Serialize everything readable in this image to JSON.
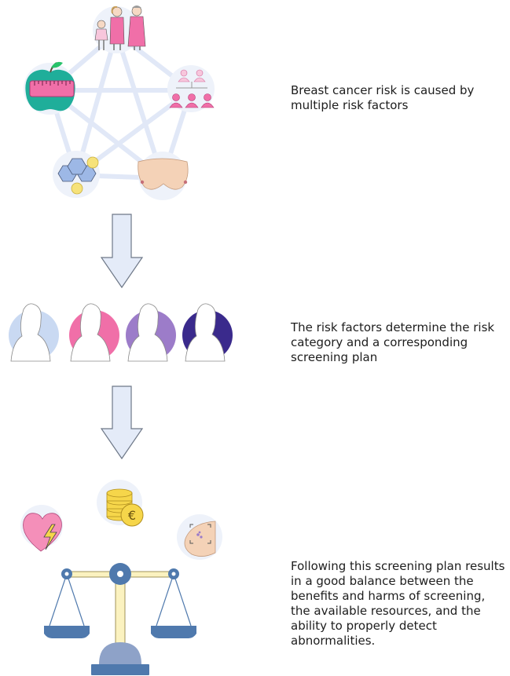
{
  "steps": [
    {
      "caption": "Breast cancer risk is caused by multiple risk factors"
    },
    {
      "caption": "The risk factors determine the risk category and a corresponding screening plan"
    },
    {
      "caption": "Following this screening plan results in a good balance between the benefits and harms of screening, the available resources, and the ability to properly detect abnormalities."
    }
  ],
  "risk_factor_icons": [
    "age-women-icon",
    "family-history-icon",
    "breast-density-icon",
    "hormones-molecule-icon",
    "apple-measure-tape-icon"
  ],
  "risk_category_colors": [
    "#c9d9f2",
    "#f06fa8",
    "#9c7cc9",
    "#3a2a8c"
  ],
  "balance_icons": [
    "heart-lightning-icon",
    "euro-coins-icon",
    "breast-scan-icon",
    "balance-scale-icon"
  ],
  "euro_symbol": "€",
  "colors": {
    "pink": "#f06fa8",
    "light_pink": "#f7c6dc",
    "teal": "#1fae9a",
    "light_blue": "#dde6f7",
    "arrow_fill": "#e4ebf8",
    "arrow_stroke": "#6e7888",
    "scale_blue": "#4f79ad",
    "gold": "#f6d64a"
  }
}
